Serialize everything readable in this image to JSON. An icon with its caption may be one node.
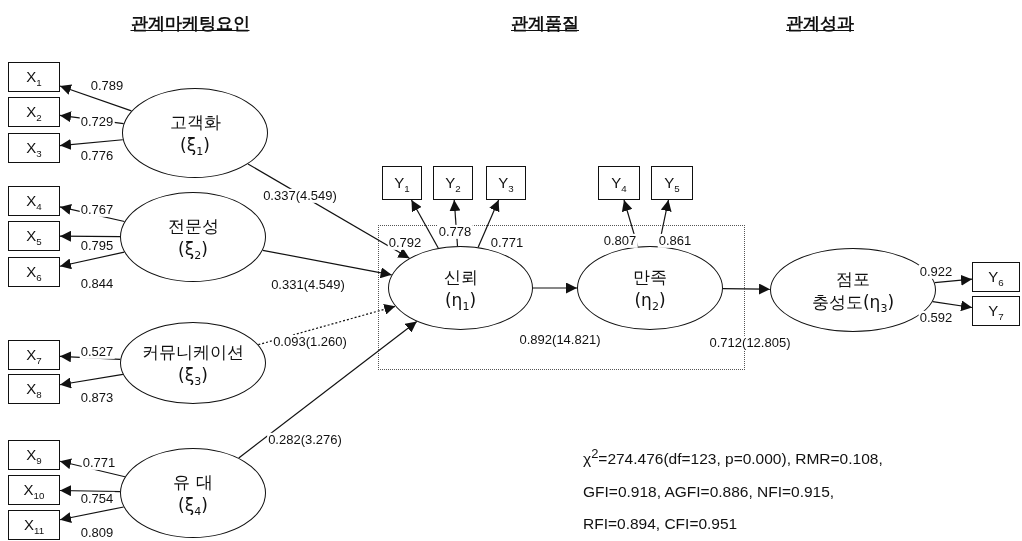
{
  "diagram": {
    "nodes": [
      {
        "text": [
          "고객화 (ξ$_{1}$)"
        ]
      },
      {
        "text": [
          "전문성 (ξ$_{2}$)"
        ]
      },
      {
        "text": [
          "커뮤니케이션 (ξ$_{3}$)"
        ]
      },
      {
        "text": [
          "유 대 (ξ$_{4}$)"
        ]
      },
      {
        "text": [],
        "shape": "box"
      },
      {
        "text": [
          "신뢰 (η$_{1}$)"
        ],
        "in": 4
      },
      {
        "text": [
          "만족 (η$_{2}$)"
        ],
        "in": 4
      },
      {
        "text": [
          "점포 충성도(η$_{3}$)"
        ]
      },
      {
        "text": [
          "X$_{1}$"
        ]
      },
      {
        "text": [
          "X$_{2}$"
        ]
      },
      {
        "text": [
          "X$_{3}$"
        ]
      },
      {
        "text": [
          "X$_{4}$"
        ]
      },
      {
        "text": [
          "X$_{5}$"
        ]
      },
      {
        "text": [
          "X$_{6}$"
        ]
      },
      {
        "text": [
          "X$_{7}$"
        ]
      },
      {
        "text": [
          "X$_{8}$"
        ]
      },
      {
        "text": [
          "X$_{9}$"
        ]
      },
      {
        "text": [
          "X$_{10}$"
        ]
      },
      {
        "text": [
          "X$_{11}$"
        ]
      },
      {
        "text": [
          "Y$_{1}$"
        ]
      },
      {
        "text": [
          "Y$_{2}$"
        ]
      },
      {
        "text": [
          "Y$_{3}$"
        ]
      },
      {
        "text": [
          "Y$_{4}$"
        ]
      },
      {
        "text": [
          "Y$_{5}$"
        ]
      },
      {
        "text": [
          "Y$_{6}$"
        ]
      },
      {
        "text": [
          "Y$_{7}$"
        ]
      }
    ],
    "edges": [
      {
        "from": 0,
        "to": 8,
        "arrow": "to",
        "label": "0.789"
      },
      {
        "from": 0,
        "to": 9,
        "arrow": "to",
        "label": "0.729"
      },
      {
        "from": 0,
        "to": 10,
        "arrow": "to",
        "label": "0.776"
      },
      {
        "from": 1,
        "to": 11,
        "arrow": "to",
        "label": "0.767"
      },
      {
        "from": 1,
        "to": 12,
        "arrow": "to",
        "label": "0.795"
      },
      {
        "from": 1,
        "to": 13,
        "arrow": "to",
        "label": "0.844"
      },
      {
        "from": 2,
        "to": 14,
        "arrow": "to",
        "label": "0.527"
      },
      {
        "from": 2,
        "to": 15,
        "arrow": "to",
        "label": "0.873"
      },
      {
        "from": 3,
        "to": 16,
        "arrow": "to",
        "label": "0.771"
      },
      {
        "from": 3,
        "to": 17,
        "arrow": "to",
        "label": "0.754"
      },
      {
        "from": 3,
        "to": 18,
        "arrow": "to",
        "label": "0.809"
      },
      {
        "from": 0,
        "to": 5,
        "arrow": "to",
        "label": "0.337(4.549)"
      },
      {
        "from": 1,
        "to": 5,
        "arrow": "to",
        "label": "0.331(4.549)"
      },
      {
        "from": 2,
        "to": 5,
        "arrow": "to",
        "label": "0.093(1.260)",
        "style": "dashed"
      },
      {
        "from": 3,
        "to": 5,
        "arrow": "to",
        "label": "0.282(3.276)"
      },
      {
        "from": 5,
        "to": 19,
        "arrow": "to",
        "label": "0.792"
      },
      {
        "from": 5,
        "to": 20,
        "arrow": "to",
        "label": "0.778"
      },
      {
        "from": 5,
        "to": 21,
        "arrow": "to",
        "label": "0.771"
      },
      {
        "from": 5,
        "to": 6,
        "arrow": "to",
        "label": "0.892(14.821)"
      },
      {
        "from": 6,
        "to": 22,
        "arrow": "to",
        "label": "0.807"
      },
      {
        "from": 6,
        "to": 23,
        "arrow": "to",
        "label": "0.861"
      },
      {
        "from": 6,
        "to": 7,
        "arrow": "to",
        "label": "0.712(12.805)"
      },
      {
        "from": 7,
        "to": 24,
        "arrow": "to",
        "label": "0.922"
      },
      {
        "from": 7,
        "to": 25,
        "arrow": "to",
        "label": "0.592"
      }
    ],
    "labels": [
      "관계마케팅요인",
      "관계품질",
      "관계성과",
      "χ$^{2}$=274.476(df=123, p=0.000), RMR=0.108, GFI=0.918, AGFI=0.886, NFI=0.915, RFI=0.894, CFI=0.951"
    ]
  }
}
